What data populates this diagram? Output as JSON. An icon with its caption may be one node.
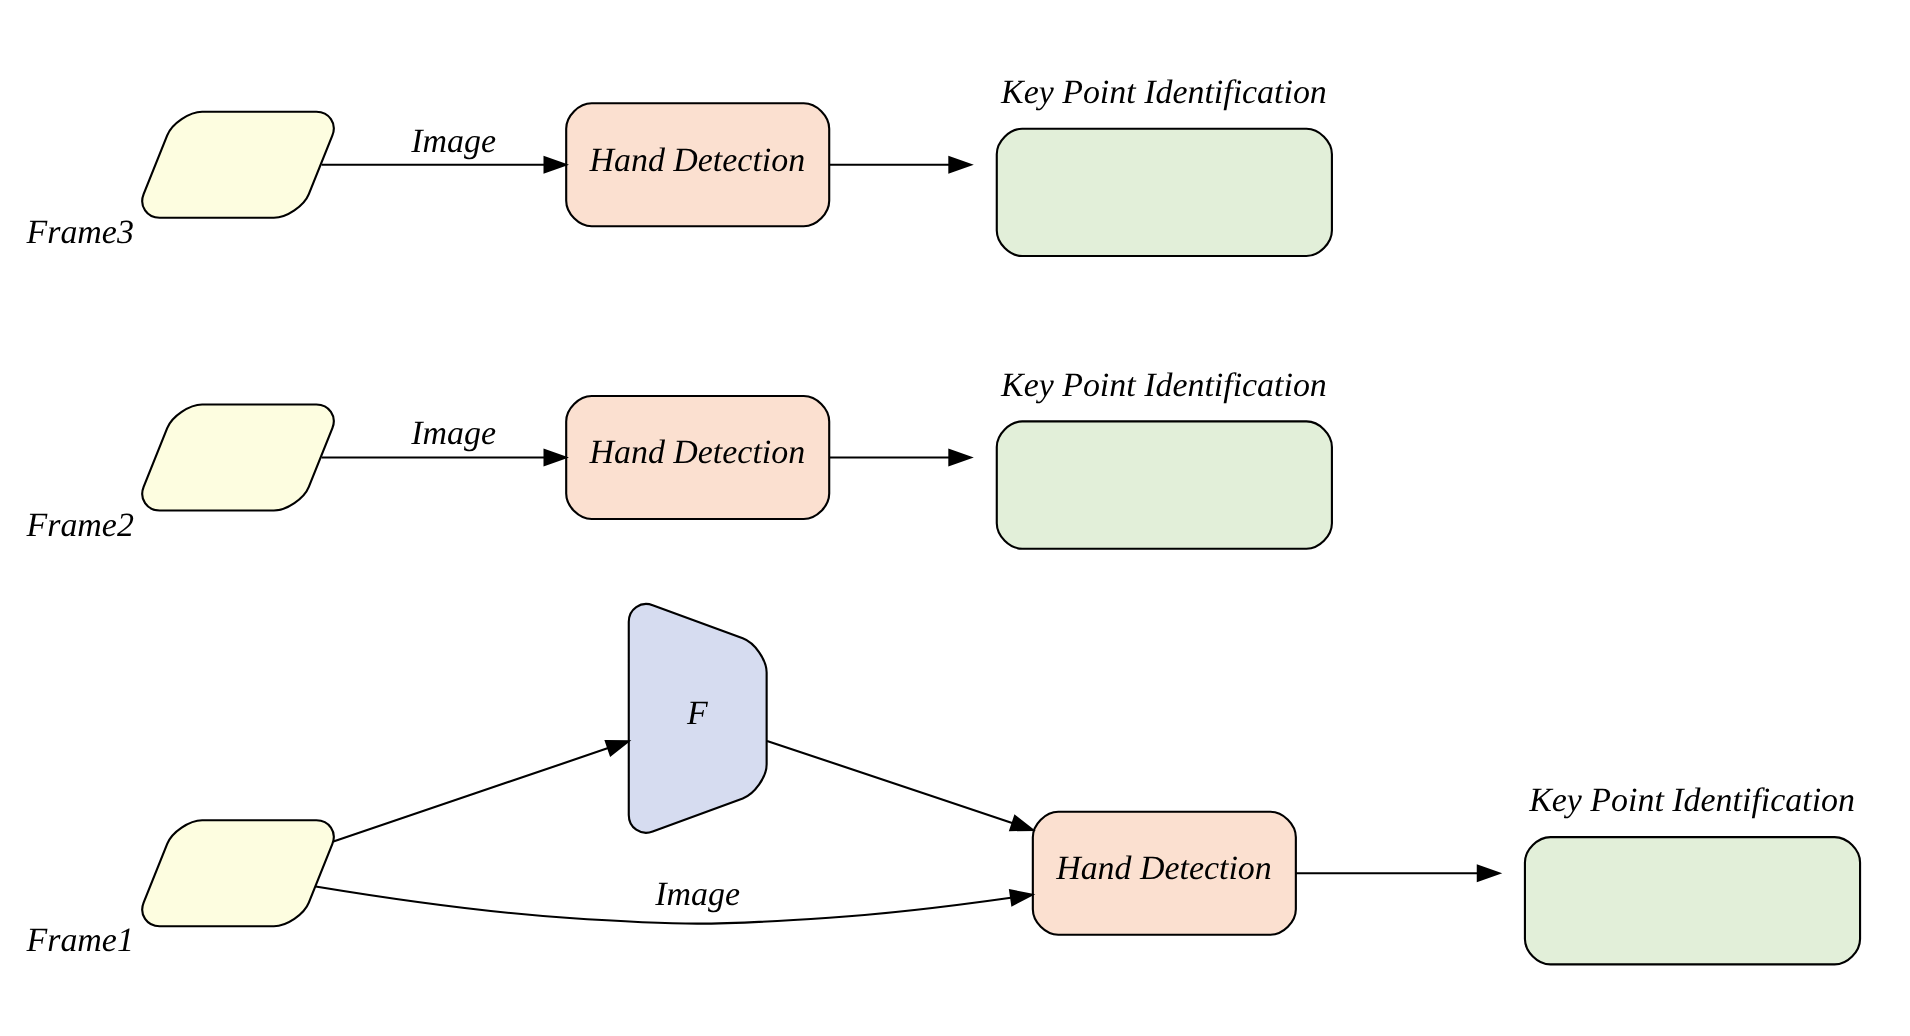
{
  "diagram": {
    "nodes": [
      {
        "text": [
          "F"
        ]
      },
      {
        "text": [],
        "shape": "parallelogram",
        "beside": [
          "Frame1"
        ]
      },
      {
        "text": [
          "Hand Detection"
        ]
      },
      {
        "text": [
          "Key Point Identification"
        ]
      },
      {
        "text": [],
        "shape": "parallelogram",
        "beside": [
          "Frame2"
        ]
      },
      {
        "text": [
          "Hand Detection"
        ]
      },
      {
        "text": [
          "Key Point Identification"
        ]
      },
      {
        "text": [],
        "shape": "parallelogram",
        "beside": [
          "Frame3"
        ]
      },
      {
        "text": [
          "Hand Detection"
        ]
      },
      {
        "text": [
          "Key Point Identification"
        ]
      }
    ],
    "edges": [
      {
        "from": 1,
        "to": 0,
        "arrow": "to"
      },
      {
        "from": 0,
        "to": 2,
        "arrow": "to"
      },
      {
        "from": 1,
        "to": 2,
        "label": "Image",
        "arrow": "to"
      },
      {
        "from": 2,
        "to": 3,
        "arrow": "to"
      },
      {
        "from": 4,
        "to": 5,
        "label": "Image",
        "arrow": "to"
      },
      {
        "from": 5,
        "to": 6,
        "arrow": "to"
      },
      {
        "from": 7,
        "to": 8,
        "label": "Image",
        "arrow": "to"
      },
      {
        "from": 8,
        "to": 9,
        "arrow": "to"
      }
    ]
  }
}
